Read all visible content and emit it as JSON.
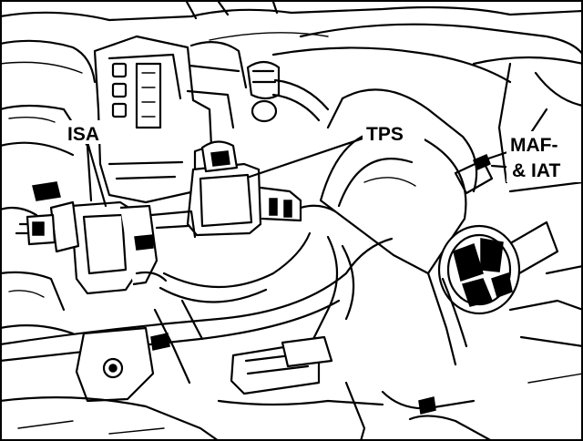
{
  "labels": {
    "isa": "ISA",
    "tps": "TPS",
    "maf_line1": "MAF-",
    "maf_line2": "& IAT"
  },
  "colors": {
    "ink": "#000000",
    "paper": "#ffffff"
  }
}
